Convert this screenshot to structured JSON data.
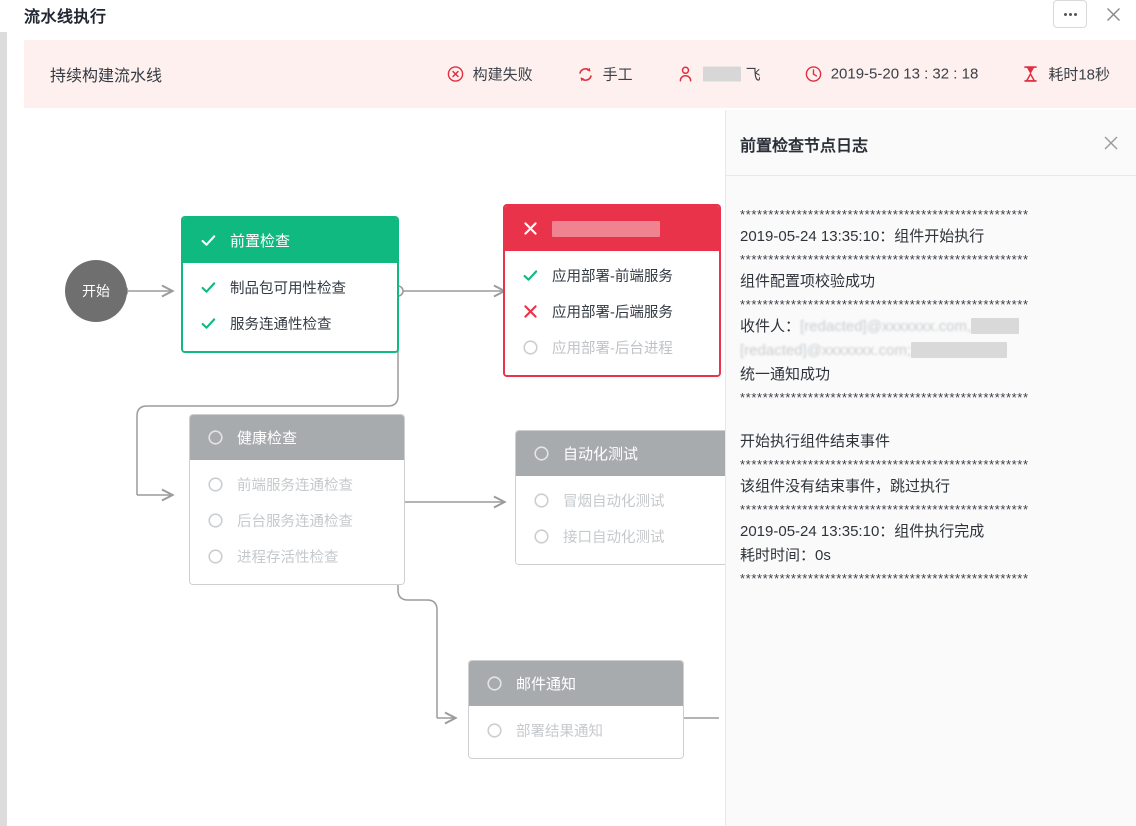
{
  "window": {
    "title": "流水线执行",
    "more_button": "···",
    "close_label": "×"
  },
  "banner": {
    "pipeline_name": "持续构建流水线",
    "meta": [
      {
        "icon": "error-circle-icon",
        "label": "构建失败"
      },
      {
        "icon": "refresh-icon",
        "label": "手工"
      },
      {
        "icon": "user-icon",
        "label": "飞",
        "redacted": true
      },
      {
        "icon": "clock-icon",
        "label": "2019-5-20 13 : 32 : 18"
      },
      {
        "icon": "hourglass-icon",
        "label": "耗时18秒"
      }
    ],
    "background": "#fdf0ee"
  },
  "graph": {
    "start_node": {
      "label": "开始"
    },
    "nodes": [
      {
        "id": "pre-check",
        "status": "success",
        "title": "前置检查",
        "title_icon": "check-icon",
        "rows": [
          {
            "icon": "check-icon",
            "label": "制品包可用性检查",
            "state": "success"
          },
          {
            "icon": "check-icon",
            "label": "服务连通性检查",
            "state": "success"
          }
        ]
      },
      {
        "id": "app-deploy",
        "status": "failed",
        "title": "",
        "title_redacted": true,
        "title_icon": "cross-icon",
        "rows": [
          {
            "icon": "check-icon",
            "label": "应用部署-前端服务",
            "state": "success"
          },
          {
            "icon": "cross-icon",
            "label": "应用部署-后端服务",
            "state": "failed"
          },
          {
            "icon": "circle-icon",
            "label": "应用部署-后台进程",
            "state": "pending"
          }
        ]
      },
      {
        "id": "health-check",
        "status": "pending",
        "title": "健康检查",
        "title_icon": "circle-icon",
        "rows": [
          {
            "icon": "circle-icon",
            "label": "前端服务连通检查",
            "state": "pending"
          },
          {
            "icon": "circle-icon",
            "label": "后台服务连通检查",
            "state": "pending"
          },
          {
            "icon": "circle-icon",
            "label": "进程存活性检查",
            "state": "pending"
          }
        ]
      },
      {
        "id": "auto-test",
        "status": "pending",
        "title": "自动化测试",
        "title_icon": "circle-icon",
        "rows": [
          {
            "icon": "circle-icon",
            "label": "冒烟自动化测试",
            "state": "pending"
          },
          {
            "icon": "circle-icon",
            "label": "接口自动化测试",
            "state": "pending"
          }
        ]
      },
      {
        "id": "mail-notify",
        "status": "pending",
        "title": "邮件通知",
        "title_icon": "circle-icon",
        "rows": [
          {
            "icon": "circle-icon",
            "label": "部署结果通知",
            "state": "pending"
          }
        ]
      }
    ],
    "colors": {
      "success": "#0fb97f",
      "failed": "#e8334a",
      "pending_header": "#a8abae",
      "pending_text": "#c6c9cc",
      "wire": "#9b9b9b"
    }
  },
  "drawer": {
    "title": "前置检查节点日志",
    "close_label": "×",
    "log_lines": [
      {
        "type": "stars",
        "text": "***************************************************"
      },
      {
        "type": "text",
        "text": "2019-05-24 13:35:10：组件开始执行"
      },
      {
        "type": "stars",
        "text": "***************************************************"
      },
      {
        "type": "text",
        "text": "组件配置项校验成功"
      },
      {
        "type": "stars",
        "text": "***************************************************"
      },
      {
        "type": "recipients",
        "prefix": "收件人：",
        "redacted": true
      },
      {
        "type": "text",
        "text": "统一通知成功"
      },
      {
        "type": "stars",
        "text": "***************************************************"
      },
      {
        "type": "blank",
        "text": ""
      },
      {
        "type": "text",
        "text": "开始执行组件结束事件"
      },
      {
        "type": "stars",
        "text": "***************************************************"
      },
      {
        "type": "text",
        "text": "该组件没有结束事件，跳过执行"
      },
      {
        "type": "stars",
        "text": "***************************************************"
      },
      {
        "type": "text",
        "text": "2019-05-24 13:35:10：组件执行完成"
      },
      {
        "type": "text",
        "text": "耗时时间：0s"
      },
      {
        "type": "stars",
        "text": "***************************************************"
      }
    ]
  }
}
